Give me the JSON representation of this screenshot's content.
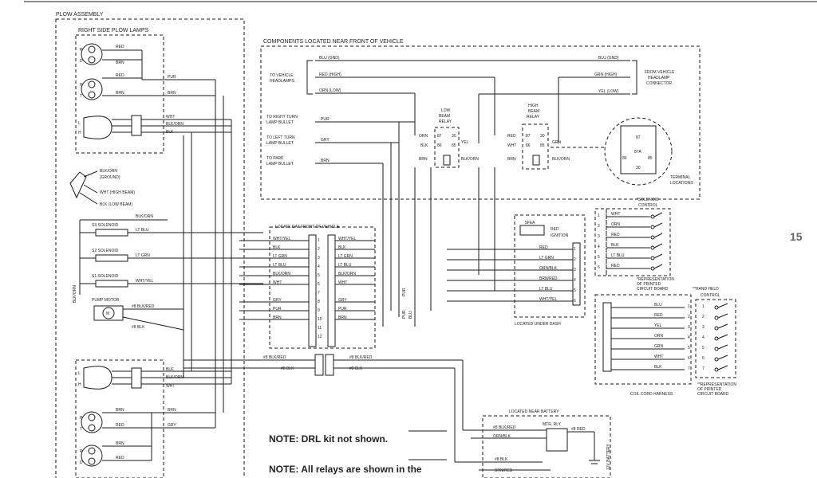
{
  "page_number": "15",
  "plow_assembly": {
    "title": "PLOW ASSEMBLY",
    "right_side_lamps": "RIGHT SIDE PLOW LAMPS",
    "lamp_letters": [
      "P",
      "D",
      "P",
      "T",
      "L",
      "H",
      "L",
      "H",
      "P",
      "T",
      "P",
      "D"
    ],
    "lamp_wire_labels": [
      "RED",
      "BRN",
      "RED",
      "BRN",
      "BRN",
      "RED",
      "BRN",
      "RED"
    ],
    "harness_labels_top": [
      "PUR",
      "BRN",
      "WHT",
      "BLK/ORN",
      "BLK"
    ],
    "harness_labels_bottom": [
      "BLK",
      "BLK/ORN",
      "WHT",
      "BRN",
      "GRY"
    ],
    "ground_labels": [
      "BLK/ORN",
      "(GROUND)",
      "WHT (HIGH BEAM)",
      "BLK (LOW BEAM)"
    ],
    "solenoids": [
      {
        "name": "S3 SOLENOID",
        "wire": "LT BLU",
        "top_wire": "BLK/ORN"
      },
      {
        "name": "S2 SOLENOID",
        "wire": "LT GRN"
      },
      {
        "name": "S1 SOLENOID",
        "wire": "WHT/YEL"
      }
    ],
    "blk_orn_vertical": "BLK/ORN",
    "pump_motor": "PUMP MOTOR",
    "motor_symbol": "M",
    "motor_wires": [
      "#8 BLK/RED",
      "#8 BLK"
    ]
  },
  "front_components": {
    "title": "COMPONENTS LOCATED NEAR FRONT OF VEHICLE",
    "left_labels": [
      "TO VEHICLE",
      "HEADLAMPS"
    ],
    "wires_left": [
      "BLU (GND)",
      "RED (HIGH)",
      "ORN (LOW)"
    ],
    "wires_right": [
      "BLU (GND)",
      "GRN (HIGH)",
      "YEL (LOW)"
    ],
    "right_labels": [
      "FROM VEHICLE",
      "HEADLAMP",
      "CONNECTOR"
    ],
    "bullets": [
      {
        "name": "TO RIGHT TURN",
        "name2": "LAMP BULLET",
        "wire": "PUR"
      },
      {
        "name": "TO LEFT TURN",
        "name2": "LAMP BULLET",
        "wire": "GRY"
      },
      {
        "name": "TO PARK",
        "name2": "LAMP BULLET",
        "wire": "BRN"
      }
    ],
    "low_relay": {
      "title": [
        "LOW",
        "BEAM",
        "RELAY"
      ],
      "pins": [
        "ORN",
        "BLK",
        "87",
        "30",
        "86",
        "85",
        "YEL",
        "BLK/ORN",
        "BRN"
      ]
    },
    "high_relay": {
      "title": [
        "HIGH",
        "BEAM",
        "RELAY"
      ],
      "pins": [
        "RED",
        "WHT",
        "87",
        "30",
        "86",
        "85",
        "GRN",
        "BLK/ORN",
        "BRN"
      ]
    },
    "terminal_pins": [
      "87",
      "87A",
      "86",
      "85",
      "30"
    ],
    "terminal_label": [
      "TERMINAL",
      "LOCATIONS"
    ]
  },
  "front_connector": {
    "title": "LOCATE DAT FRONT OF VEHICLE",
    "left_wires": [
      "WHT/YEL",
      "BLK",
      "LT GRN",
      "LT BLU",
      "BLK/ORN",
      "WHT",
      "",
      "GRY",
      "PUR",
      "BRN",
      "",
      ""
    ],
    "right_wires": [
      "WHT/YEL",
      "BLK",
      "LT GRN",
      "LT BLU",
      "BLK/ORN",
      "WHT",
      "",
      "GRY",
      "PUR",
      "BRN",
      "",
      ""
    ],
    "pins": [
      "1",
      "2",
      "3",
      "4",
      "5",
      "6",
      "7",
      "8",
      "9",
      "10",
      "11",
      "12"
    ],
    "vertical_labels": [
      "PUR",
      "PUR",
      "BLU"
    ]
  },
  "battery_cables": {
    "left": [
      "#8 BLK/RED",
      "#8 BLK"
    ],
    "right": [
      "#8 BLK/RED",
      "#8 BLK"
    ]
  },
  "under_dash": {
    "title": "LOCATED UNDER DASH",
    "fuse": "5FEA",
    "wires": [
      "RED",
      "LT GRN",
      "ORN/BLK",
      "BRN/RED",
      "LT BLU",
      "WHT/YEL"
    ],
    "ignition": [
      "RED",
      "IGNITION"
    ],
    "pins": [
      "1",
      "2",
      "3",
      "4",
      "5",
      "6"
    ]
  },
  "solenoid_control": {
    "title": [
      "*SOLENOID",
      "CONTROL"
    ],
    "wires": [
      "WHT",
      "ORN",
      "RED",
      "BLK",
      "LT BLU",
      "RED"
    ],
    "pins": [
      "1",
      "2",
      "3",
      "4",
      "5",
      "6"
    ],
    "footnote": [
      "*REPRESENTATION",
      "OF PRINTED",
      "CIRCUIT BOARD"
    ]
  },
  "hand_held": {
    "title": [
      "**HAND HELD",
      "CONTROL"
    ],
    "wires": [
      "BLU",
      "RED",
      "YEL",
      "ORN",
      "GRN",
      "WHT",
      "BLK"
    ],
    "pins": [
      "1",
      "2",
      "3",
      "4",
      "5",
      "6",
      "7"
    ],
    "footnote": [
      "**REPRESENTATION",
      "OF PRINTED",
      "CIRCUIT BOARD"
    ],
    "harness_label": "COIL CORD HARNESS"
  },
  "battery": {
    "title": "LOCATED NEAR BATTERY",
    "relay": "MTR. RLY",
    "wires": [
      "#8 BLK/RED",
      "ORN/BLK",
      "#8 BLK",
      "BRN/RED"
    ],
    "right_wire": "#8 RED",
    "battery_label": "12V BATTERY"
  },
  "notes": [
    "NOTE:  DRL kit not shown.",
    "NOTE:  All relays are shown in the"
  ]
}
